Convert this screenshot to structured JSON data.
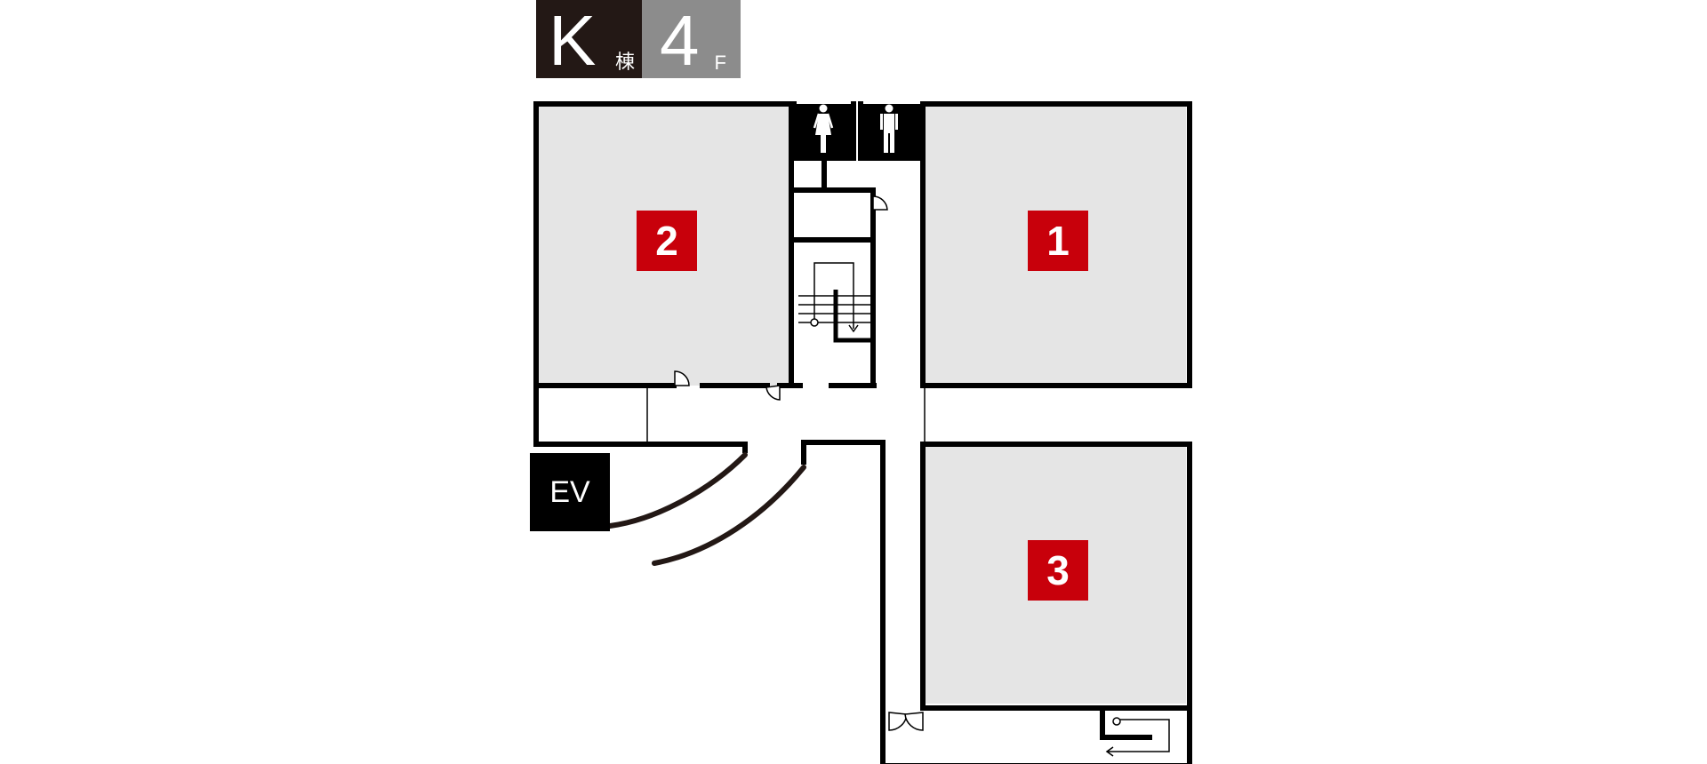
{
  "building": {
    "letter": "K",
    "suffix": "棟"
  },
  "floor": {
    "number": "4",
    "suffix": "F"
  },
  "rooms": [
    {
      "id": "room-1",
      "label": "1"
    },
    {
      "id": "room-2",
      "label": "2"
    },
    {
      "id": "room-3",
      "label": "3"
    }
  ],
  "elevator": {
    "label": "EV"
  },
  "icons": {
    "women_restroom": "female-restroom-icon",
    "men_restroom": "male-restroom-icon",
    "stairs": "stairs-icon",
    "door": "door-swing-icon"
  },
  "colors": {
    "room_fill": "#e5e5e5",
    "room_label": "#c8000b",
    "wall": "#000000",
    "corridor_curve": "#231815",
    "floor_badge": "#8c8c8c",
    "building_badge": "#231815"
  }
}
